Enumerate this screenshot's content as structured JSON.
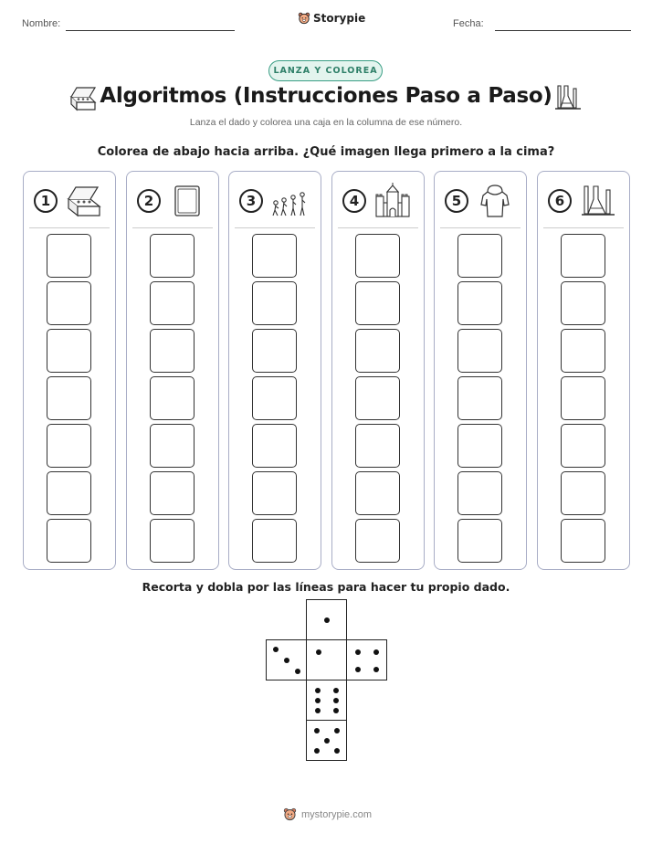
{
  "header": {
    "name_label": "Nombre:",
    "date_label": "Fecha:",
    "logo_text": "Storypie"
  },
  "badge": "LANZA Y COLOREA",
  "title": "Algoritmos (Instrucciones Paso a Paso)",
  "subtitle": "Lanza el dado y colorea una caja en la columna de ese número.",
  "question": "Colorea de abajo hacia arriba. ¿Qué imagen llega primero a la cima?",
  "columns": [
    {
      "number": "1",
      "icon": "jewelry-box-icon"
    },
    {
      "number": "2",
      "icon": "frame-icon"
    },
    {
      "number": "3",
      "icon": "evolution-icon"
    },
    {
      "number": "4",
      "icon": "castle-icon"
    },
    {
      "number": "5",
      "icon": "shirt-icon"
    },
    {
      "number": "6",
      "icon": "lab-flasks-icon"
    }
  ],
  "cut_instructions": "Recorta y dobla por las líneas para hacer tu propio dado.",
  "footer": "mystorypie.com"
}
